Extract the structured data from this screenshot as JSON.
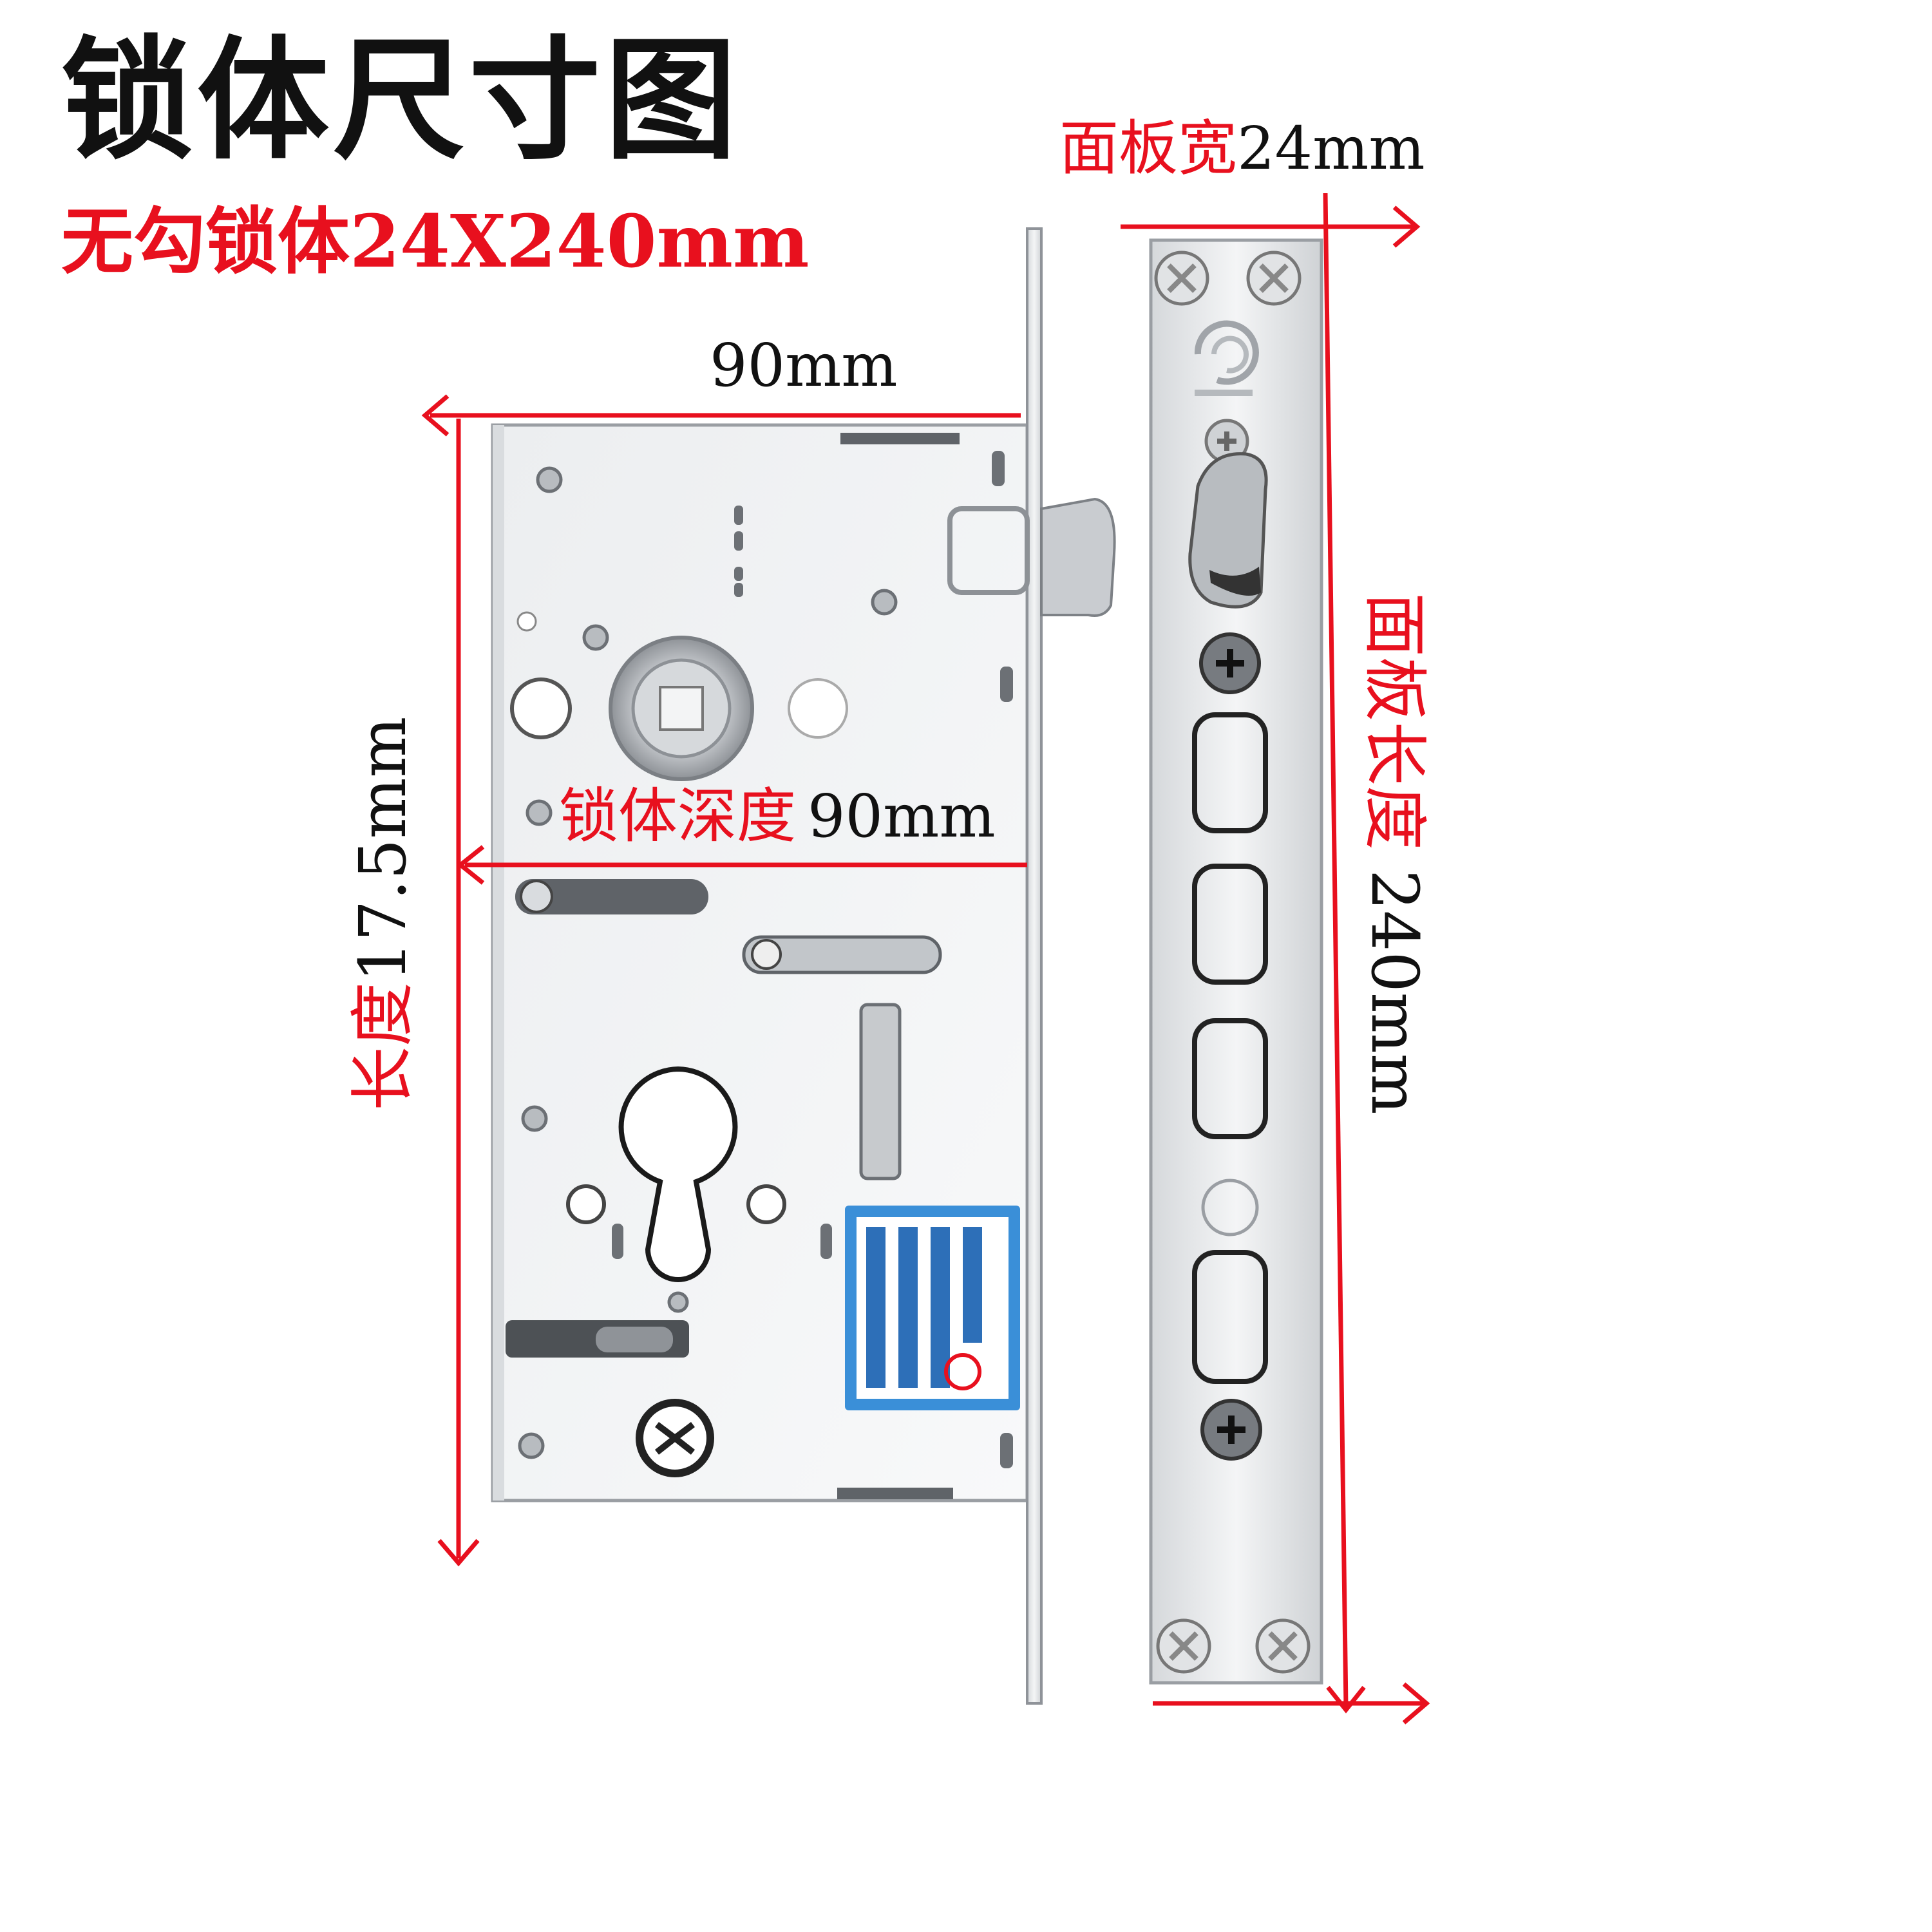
{
  "title": "锁体尺寸图",
  "subtitle": "无勾锁体24X240mm",
  "panel_width": {
    "label": "面板宽",
    "value": "24mm"
  },
  "body_width": {
    "value": "90mm"
  },
  "body_depth": {
    "label": "锁体深度",
    "value": "90mm"
  },
  "length": {
    "label": "长度",
    "value": "17.5mm"
  },
  "panel_length": {
    "label": "面板长度",
    "value": "240mm"
  },
  "colors": {
    "dimension_red": "#e8101e",
    "text_black": "#111111",
    "steel": "#e6e8ea",
    "label_blue": "#3a8fd8"
  },
  "icons": [
    "screw-icon",
    "brand-logo-icon",
    "certification-label"
  ]
}
